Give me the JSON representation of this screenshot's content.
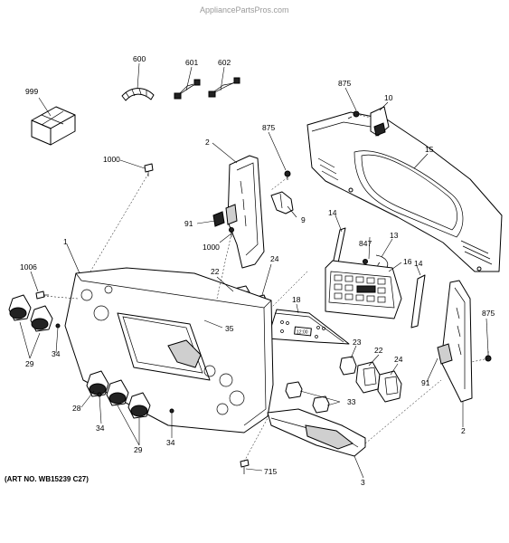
{
  "watermark": "AppliancePartsPros.com",
  "art_number": "(ART NO. WB15239 C27)",
  "callouts": {
    "c999": "999",
    "c600": "600",
    "c601": "601",
    "c602": "602",
    "c875a": "875",
    "c10": "10",
    "c875b": "875",
    "c15": "15",
    "c2a": "2",
    "c1000a": "1000",
    "c9": "9",
    "c91a": "91",
    "c1000b": "1000",
    "c14a": "14",
    "c847": "847",
    "c13": "13",
    "c16": "16",
    "c14b": "14",
    "c1": "1",
    "c1006": "1006",
    "c22a": "22",
    "c24a": "24",
    "c18": "18",
    "c35": "35",
    "c875c": "875",
    "c29a": "29",
    "c34a": "34",
    "c23": "23",
    "c22b": "22",
    "c24b": "24",
    "c91b": "91",
    "c28": "28",
    "c33": "33",
    "c2b": "2",
    "c34b": "34",
    "c29b": "29",
    "c34c": "34",
    "c715": "715",
    "c3": "3"
  },
  "display_readout": "12:00"
}
